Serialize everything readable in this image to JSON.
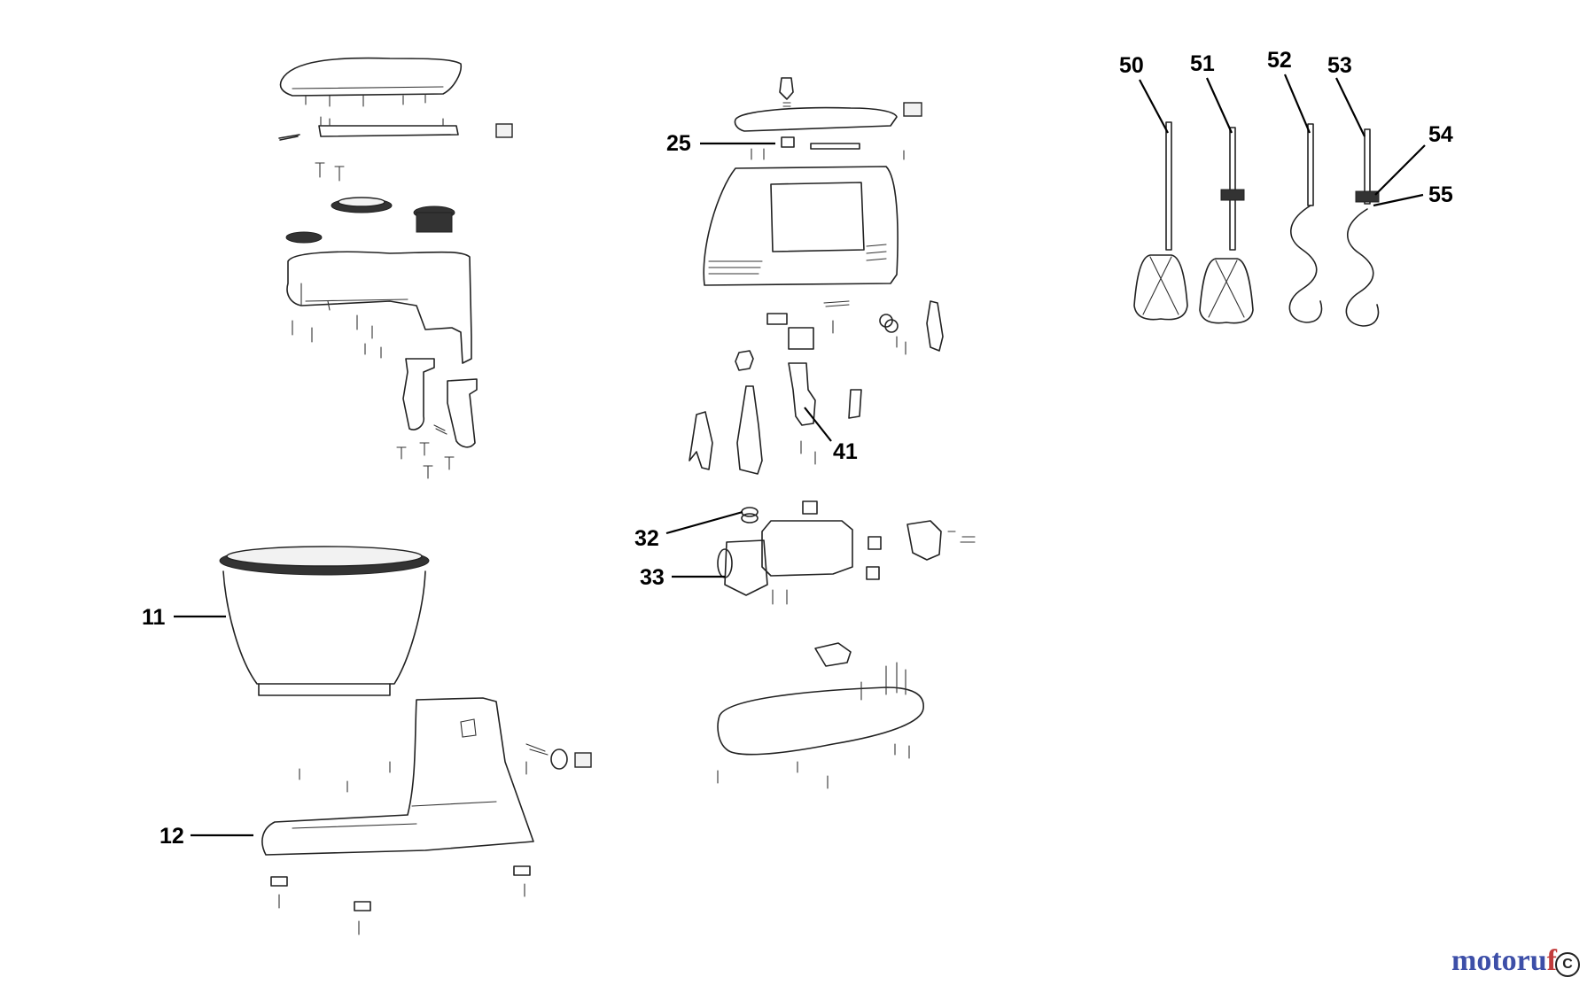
{
  "callouts": {
    "c11": "11",
    "c12": "12",
    "c25": "25",
    "c32": "32",
    "c33": "33",
    "c41": "41",
    "c50": "50",
    "c51": "51",
    "c52": "52",
    "c53": "53",
    "c54": "54",
    "c55": "55"
  },
  "watermark": {
    "brand_part1": "motoru",
    "brand_part2": "f",
    "copyright_symbol": "C"
  },
  "colors": {
    "line": "#222222",
    "watermark_blue": "#3d4fa8",
    "watermark_red": "#c23b3b"
  }
}
